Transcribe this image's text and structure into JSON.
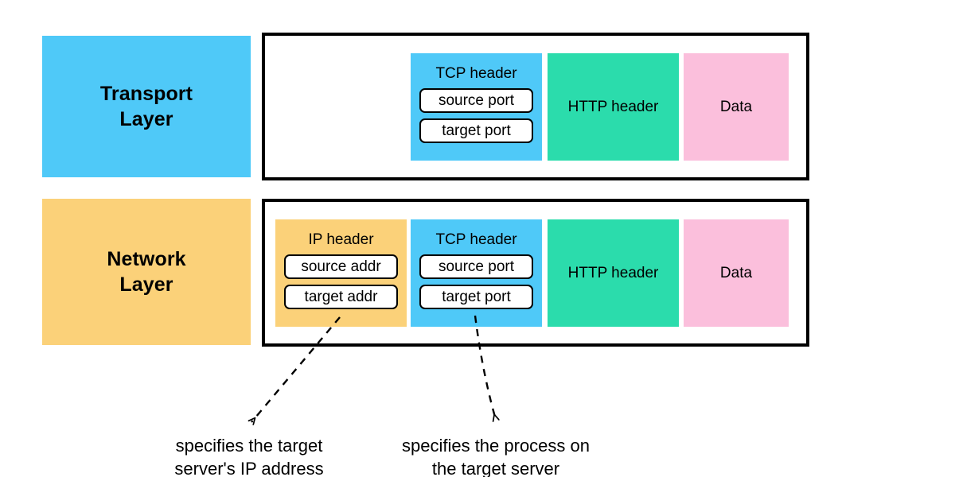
{
  "colors": {
    "blue": "#4FC9F8",
    "orange": "#FBD179",
    "green": "#2BDCAC",
    "pink": "#FBBFDC",
    "frame_border": "#000000",
    "text": "#000000",
    "background": "#FFFFFF"
  },
  "layers": [
    {
      "id": "transport",
      "label_line1": "Transport",
      "label_line2": "Layer",
      "label_color": "#4FC9F8",
      "blocks": [
        {
          "id": "tcp-header",
          "title": "TCP header",
          "color": "#4FC9F8",
          "fields": [
            "source port",
            "target port"
          ]
        },
        {
          "id": "http-header",
          "title": "HTTP header",
          "color": "#2BDCAC",
          "fields": []
        },
        {
          "id": "data",
          "title": "Data",
          "color": "#FBBFDC",
          "fields": []
        }
      ]
    },
    {
      "id": "network",
      "label_line1": "Network",
      "label_line2": "Layer",
      "label_color": "#FBD179",
      "blocks": [
        {
          "id": "ip-header",
          "title": "IP header",
          "color": "#FBD179",
          "fields": [
            "source addr",
            "target addr"
          ]
        },
        {
          "id": "tcp-header",
          "title": "TCP header",
          "color": "#4FC9F8",
          "fields": [
            "source port",
            "target port"
          ]
        },
        {
          "id": "http-header",
          "title": "HTTP header",
          "color": "#2BDCAC",
          "fields": []
        },
        {
          "id": "data",
          "title": "Data",
          "color": "#FBBFDC",
          "fields": []
        }
      ]
    }
  ],
  "annotations": [
    {
      "id": "ip-address-note",
      "line1": "specifies the target",
      "line2": "server's IP address",
      "points_to": "target addr"
    },
    {
      "id": "process-note",
      "line1": "specifies the process on",
      "line2": "the target server",
      "points_to": "target port"
    }
  ]
}
